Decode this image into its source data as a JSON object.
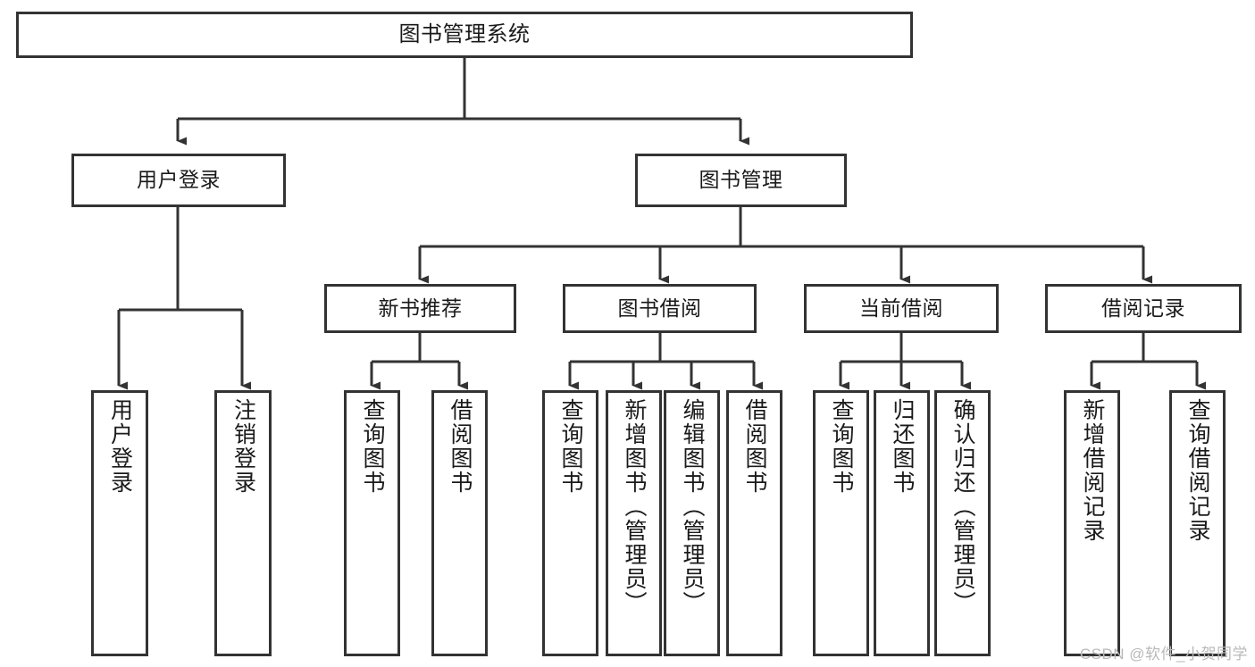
{
  "diagram": {
    "title": "图书管理系统",
    "type": "hierarchy-tree",
    "watermark": "CSDN @软件_小贺同学",
    "colors": {
      "box_border": "#333333",
      "box_fill": "#ffffff",
      "connector": "#333333",
      "watermark": "#b9b9b9"
    },
    "levels": {
      "root": {
        "label": "图书管理系统"
      },
      "level2": [
        {
          "label": "用户登录"
        },
        {
          "label": "图书管理"
        }
      ],
      "level3": [
        {
          "label": "新书推荐"
        },
        {
          "label": "图书借阅"
        },
        {
          "label": "当前借阅"
        },
        {
          "label": "借阅记录"
        }
      ],
      "leaves": {
        "user_login": [
          {
            "label": "用户登录"
          },
          {
            "label": "注销登录"
          }
        ],
        "new_book_recommend": [
          {
            "label": "查询图书"
          },
          {
            "label": "借阅图书"
          }
        ],
        "book_borrow": [
          {
            "label": "查询图书"
          },
          {
            "label": "新增图书（管理员）"
          },
          {
            "label": "编辑图书（管理员）"
          },
          {
            "label": "借阅图书"
          }
        ],
        "current_borrow": [
          {
            "label": "查询图书"
          },
          {
            "label": "归还图书"
          },
          {
            "label": "确认归还（管理员）"
          }
        ],
        "borrow_record": [
          {
            "label": "新增借阅记录"
          },
          {
            "label": "查询借阅记录"
          }
        ]
      }
    }
  }
}
